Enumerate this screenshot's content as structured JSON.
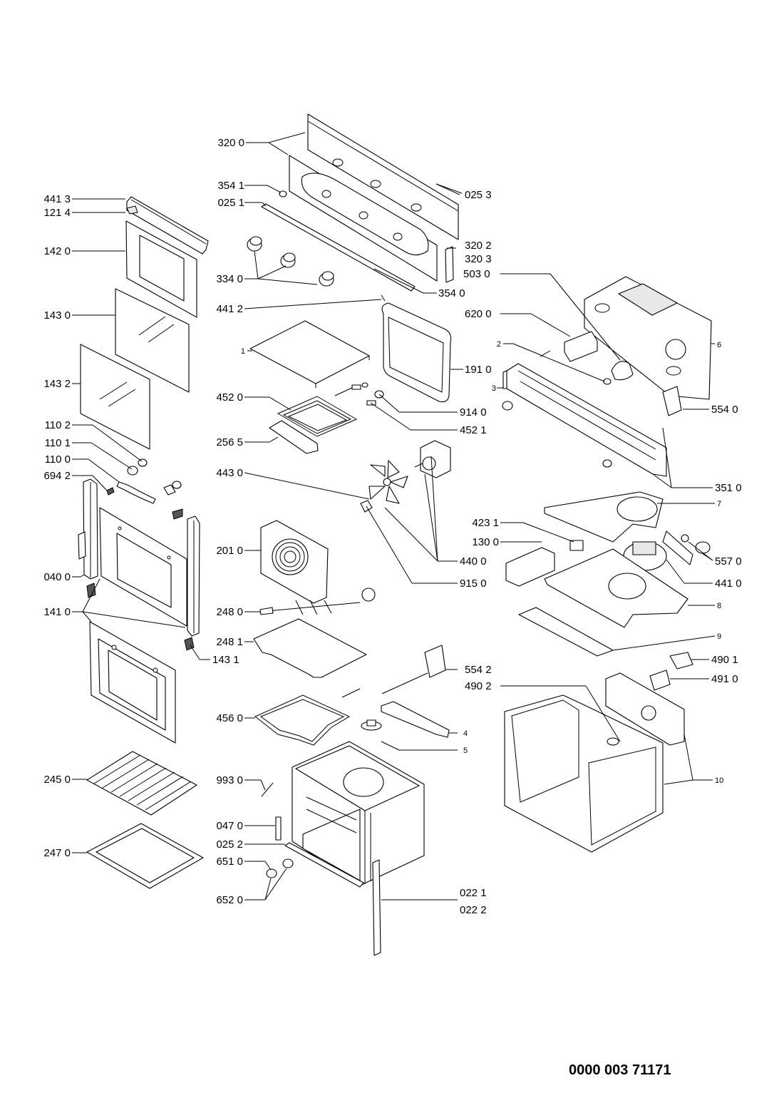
{
  "callouts": [
    {
      "id": "c3200",
      "text": "320 0"
    },
    {
      "id": "c3541",
      "text": "354 1"
    },
    {
      "id": "c0251",
      "text": "025 1"
    },
    {
      "id": "c0253",
      "text": "025 3"
    },
    {
      "id": "c3202",
      "text": "320 2"
    },
    {
      "id": "c3203",
      "text": "320 3"
    },
    {
      "id": "c4413",
      "text": "441 3"
    },
    {
      "id": "c1214",
      "text": "121 4"
    },
    {
      "id": "c1420",
      "text": "142 0"
    },
    {
      "id": "c3340",
      "text": "334 0"
    },
    {
      "id": "c3540",
      "text": "354 0"
    },
    {
      "id": "c5030",
      "text": "503 0"
    },
    {
      "id": "c4412",
      "text": "441 2"
    },
    {
      "id": "c1430",
      "text": "143 0"
    },
    {
      "id": "c6200",
      "text": "620 0"
    },
    {
      "id": "c1",
      "text": "1"
    },
    {
      "id": "c2",
      "text": "2"
    },
    {
      "id": "c6",
      "text": "6"
    },
    {
      "id": "c1910",
      "text": "191 0"
    },
    {
      "id": "c1432",
      "text": "143 2"
    },
    {
      "id": "c3",
      "text": "3"
    },
    {
      "id": "c4520",
      "text": "452 0"
    },
    {
      "id": "c9140",
      "text": "914 0"
    },
    {
      "id": "c5540",
      "text": "554 0"
    },
    {
      "id": "c1102",
      "text": "110 2"
    },
    {
      "id": "c2565",
      "text": "256 5"
    },
    {
      "id": "c4521",
      "text": "452 1"
    },
    {
      "id": "c1101",
      "text": "110 1"
    },
    {
      "id": "c1100",
      "text": "110 0"
    },
    {
      "id": "c6942",
      "text": "694 2"
    },
    {
      "id": "c4430",
      "text": "443 0"
    },
    {
      "id": "c3510",
      "text": "351 0"
    },
    {
      "id": "c7",
      "text": "7"
    },
    {
      "id": "c4231",
      "text": "423 1"
    },
    {
      "id": "c1300",
      "text": "130 0"
    },
    {
      "id": "c2010",
      "text": "201 0"
    },
    {
      "id": "c4400",
      "text": "440 0"
    },
    {
      "id": "c5570",
      "text": "557 0"
    },
    {
      "id": "c0400",
      "text": "040 0"
    },
    {
      "id": "c9150",
      "text": "915 0"
    },
    {
      "id": "c4410",
      "text": "441 0"
    },
    {
      "id": "c8",
      "text": "8"
    },
    {
      "id": "c1410",
      "text": "141 0"
    },
    {
      "id": "c2480",
      "text": "248 0"
    },
    {
      "id": "c9",
      "text": "9"
    },
    {
      "id": "c2481",
      "text": "248 1"
    },
    {
      "id": "c1431",
      "text": "143 1"
    },
    {
      "id": "c4901",
      "text": "490 1"
    },
    {
      "id": "c5542",
      "text": "554 2"
    },
    {
      "id": "c4902",
      "text": "490 2"
    },
    {
      "id": "c4910",
      "text": "491 0"
    },
    {
      "id": "c4560",
      "text": "456 0"
    },
    {
      "id": "c4",
      "text": "4"
    },
    {
      "id": "c5",
      "text": "5"
    },
    {
      "id": "c2450",
      "text": "245 0"
    },
    {
      "id": "c9930",
      "text": "993 0"
    },
    {
      "id": "c10",
      "text": "10"
    },
    {
      "id": "c0470",
      "text": "047 0"
    },
    {
      "id": "c2470",
      "text": "247 0"
    },
    {
      "id": "c0252",
      "text": "025 2"
    },
    {
      "id": "c6510",
      "text": "651 0"
    },
    {
      "id": "c6520",
      "text": "652 0"
    },
    {
      "id": "c0221",
      "text": "022 1"
    },
    {
      "id": "c0222",
      "text": "022 2"
    }
  ],
  "document_number": "0000 003 71171"
}
